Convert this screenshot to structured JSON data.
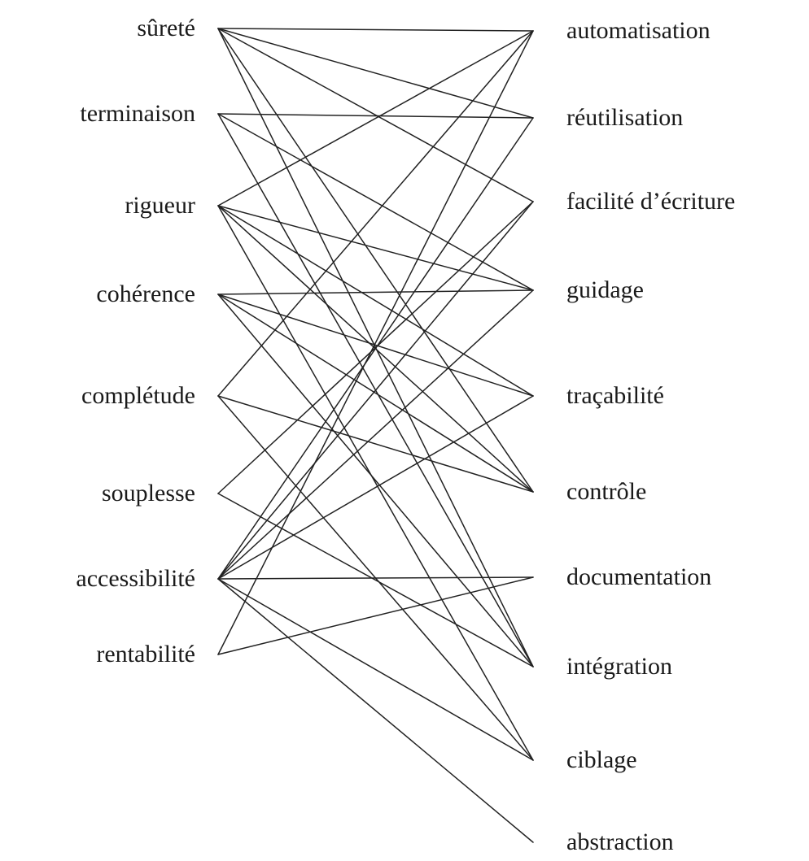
{
  "diagram": {
    "left_nodes": [
      {
        "id": "surete",
        "label": "sûreté"
      },
      {
        "id": "terminaison",
        "label": "terminaison"
      },
      {
        "id": "rigueur",
        "label": "rigueur"
      },
      {
        "id": "coherence",
        "label": "cohérence"
      },
      {
        "id": "completude",
        "label": "complétude"
      },
      {
        "id": "souplesse",
        "label": "souplesse"
      },
      {
        "id": "accessibilite",
        "label": "accessibilité"
      },
      {
        "id": "rentabilite",
        "label": "rentabilité"
      }
    ],
    "right_nodes": [
      {
        "id": "automatisation",
        "label": "automatisation"
      },
      {
        "id": "reutilisation",
        "label": "réutilisation"
      },
      {
        "id": "facilite",
        "label": "facilité d’écriture"
      },
      {
        "id": "guidage",
        "label": "guidage"
      },
      {
        "id": "tracabilite",
        "label": "traçabilité"
      },
      {
        "id": "controle",
        "label": "contrôle"
      },
      {
        "id": "documentation",
        "label": "documentation"
      },
      {
        "id": "integration",
        "label": "intégration"
      },
      {
        "id": "ciblage",
        "label": "ciblage"
      },
      {
        "id": "abstraction",
        "label": "abstraction"
      }
    ],
    "edges": [
      [
        "surete",
        "automatisation"
      ],
      [
        "surete",
        "reutilisation"
      ],
      [
        "surete",
        "facilite"
      ],
      [
        "surete",
        "controle"
      ],
      [
        "surete",
        "integration"
      ],
      [
        "terminaison",
        "reutilisation"
      ],
      [
        "terminaison",
        "guidage"
      ],
      [
        "terminaison",
        "integration"
      ],
      [
        "rigueur",
        "automatisation"
      ],
      [
        "rigueur",
        "guidage"
      ],
      [
        "rigueur",
        "tracabilite"
      ],
      [
        "rigueur",
        "controle"
      ],
      [
        "rigueur",
        "ciblage"
      ],
      [
        "coherence",
        "guidage"
      ],
      [
        "coherence",
        "tracabilite"
      ],
      [
        "coherence",
        "controle"
      ],
      [
        "coherence",
        "integration"
      ],
      [
        "completude",
        "automatisation"
      ],
      [
        "completude",
        "controle"
      ],
      [
        "completude",
        "ciblage"
      ],
      [
        "souplesse",
        "facilite"
      ],
      [
        "souplesse",
        "integration"
      ],
      [
        "accessibilite",
        "reutilisation"
      ],
      [
        "accessibilite",
        "facilite"
      ],
      [
        "accessibilite",
        "guidage"
      ],
      [
        "accessibilite",
        "tracabilite"
      ],
      [
        "accessibilite",
        "documentation"
      ],
      [
        "accessibilite",
        "ciblage"
      ],
      [
        "accessibilite",
        "abstraction"
      ],
      [
        "rentabilite",
        "automatisation"
      ],
      [
        "rentabilite",
        "documentation"
      ]
    ]
  }
}
